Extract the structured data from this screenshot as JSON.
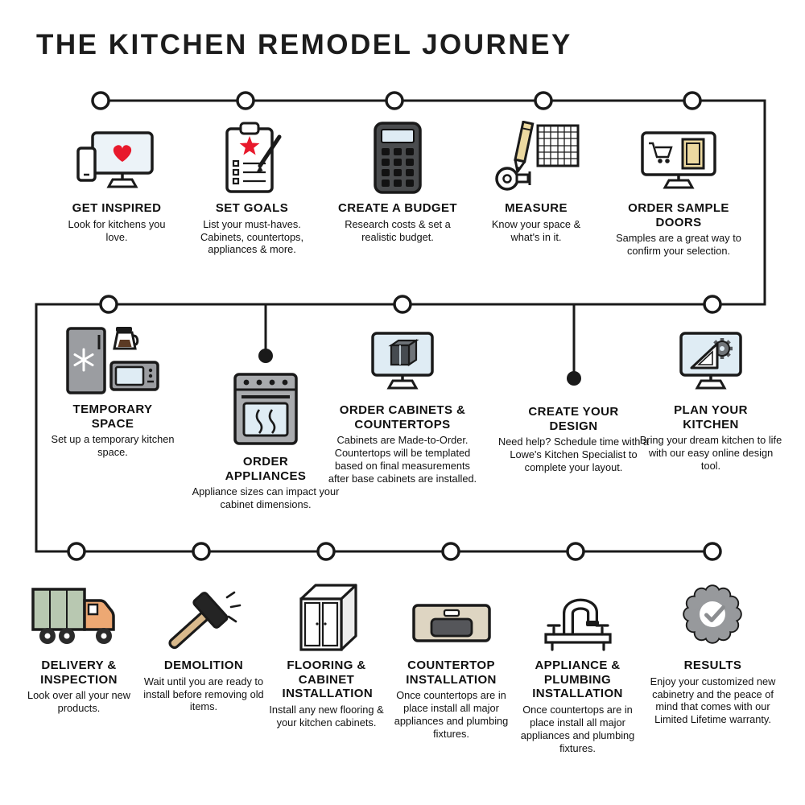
{
  "title": "THE KITCHEN REMODEL JOURNEY",
  "colors": {
    "line": "#1a1a1a",
    "accent_red": "#e8192c",
    "screen_blue": "#dfecf4",
    "tan": "#ecd9a0",
    "appliance_gray": "#a9abae",
    "truck_green": "#b8c8b1",
    "truck_orange": "#eda873",
    "badge_gray": "#97999c"
  },
  "steps": {
    "get_inspired": {
      "title": "GET INSPIRED",
      "desc": "Look for kitchens you love.",
      "icon": "monitor-heart-icon"
    },
    "set_goals": {
      "title": "SET GOALS",
      "desc": "List your must-haves. Cabinets, countertops, appliances & more.",
      "icon": "clipboard-star-icon"
    },
    "create_budget": {
      "title": "CREATE A BUDGET",
      "desc": "Research costs & set a realistic budget.",
      "icon": "calculator-icon"
    },
    "measure": {
      "title": "MEASURE",
      "desc": "Know your space & what's in it.",
      "icon": "measuring-tools-icon"
    },
    "order_sample_doors": {
      "title": "ORDER SAMPLE DOORS",
      "desc": "Samples are a great way to confirm your selection.",
      "icon": "monitor-cart-door-icon"
    },
    "temporary_space": {
      "title": "TEMPORARY SPACE",
      "desc": "Set up a temporary kitchen space.",
      "icon": "fridge-coffee-microwave-icon"
    },
    "order_appliances": {
      "title": "ORDER APPLIANCES",
      "desc": "Appliance sizes can impact your cabinet dimensions.",
      "icon": "range-oven-icon"
    },
    "order_cabinets": {
      "title": "ORDER CABINETS & COUNTERTOPS",
      "desc": "Cabinets are Made-to-Order. Countertops will be templated based on final measurements after base cabinets are installed.",
      "icon": "monitor-cabinet-icon"
    },
    "create_design": {
      "title": "CREATE YOUR DESIGN",
      "desc": "Need help? Schedule time with a Lowe's Kitchen Specialist to complete your layout.",
      "icon": "none"
    },
    "plan_kitchen": {
      "title": "PLAN YOUR KITCHEN",
      "desc": "Bring your dream kitchen to life with our easy online design tool.",
      "icon": "monitor-ruler-gear-icon"
    },
    "delivery": {
      "title": "DELIVERY & INSPECTION",
      "desc": "Look over all your new products.",
      "icon": "delivery-truck-icon"
    },
    "demolition": {
      "title": "DEMOLITION",
      "desc": "Wait until you are ready to install before removing old items.",
      "icon": "sledgehammer-icon"
    },
    "flooring": {
      "title": "FLOORING & CABINET INSTALLATION",
      "desc": "Install any new flooring & your kitchen cabinets.",
      "icon": "kitchen-cabinet-icon"
    },
    "countertop_install": {
      "title": "COUNTERTOP INSTALLATION",
      "desc": "Once countertops are in place install all major appliances and plumbing fixtures.",
      "icon": "countertop-sink-icon"
    },
    "appliance_plumbing": {
      "title": "APPLIANCE & PLUMBING INSTALLATION",
      "desc": "Once countertops are in place install all major appliances and plumbing fixtures.",
      "icon": "faucet-icon"
    },
    "results": {
      "title": "RESULTS",
      "desc": "Enjoy your customized new cabinetry and the peace of mind that comes with our Limited Lifetime warranty.",
      "icon": "warranty-badge-icon"
    }
  }
}
